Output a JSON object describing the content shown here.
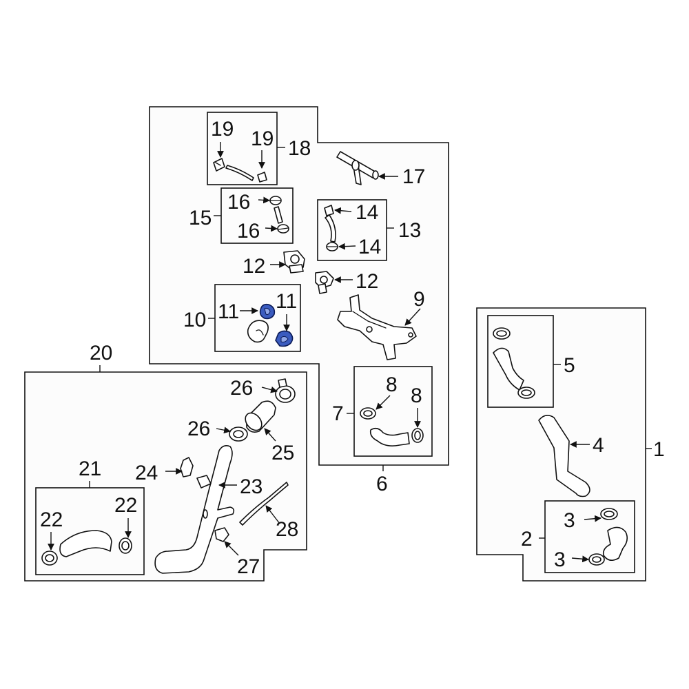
{
  "diagram": {
    "highlight_color": "#3a5bbf",
    "groups": [
      {
        "id": "1",
        "members": [
          "2",
          "4",
          "5"
        ]
      },
      {
        "id": "2",
        "members": [
          "3"
        ]
      },
      {
        "id": "5",
        "members": []
      },
      {
        "id": "6",
        "members": [
          "7",
          "9",
          "10",
          "12",
          "13",
          "15",
          "17",
          "18"
        ]
      },
      {
        "id": "7",
        "members": [
          "8"
        ]
      },
      {
        "id": "10",
        "members": [
          "11"
        ]
      },
      {
        "id": "13",
        "members": [
          "14"
        ]
      },
      {
        "id": "15",
        "members": [
          "16"
        ]
      },
      {
        "id": "18",
        "members": [
          "19"
        ]
      },
      {
        "id": "20",
        "members": [
          "21",
          "23",
          "24",
          "25",
          "26",
          "27",
          "28"
        ]
      },
      {
        "id": "21",
        "members": [
          "22"
        ]
      }
    ],
    "highlighted_parts": [
      "11"
    ],
    "callouts": {
      "c1": "1",
      "c2": "2",
      "c3a": "3",
      "c3b": "3",
      "c4": "4",
      "c5": "5",
      "c6": "6",
      "c7": "7",
      "c8a": "8",
      "c8b": "8",
      "c9": "9",
      "c10": "10",
      "c11a": "11",
      "c11b": "11",
      "c12a": "12",
      "c12b": "12",
      "c13": "13",
      "c14a": "14",
      "c14b": "14",
      "c15": "15",
      "c16a": "16",
      "c16b": "16",
      "c17": "17",
      "c18": "18",
      "c19a": "19",
      "c19b": "19",
      "c20": "20",
      "c21": "21",
      "c22a": "22",
      "c22b": "22",
      "c23": "23",
      "c24": "24",
      "c25": "25",
      "c26a": "26",
      "c26b": "26",
      "c27": "27",
      "c28": "28"
    }
  }
}
